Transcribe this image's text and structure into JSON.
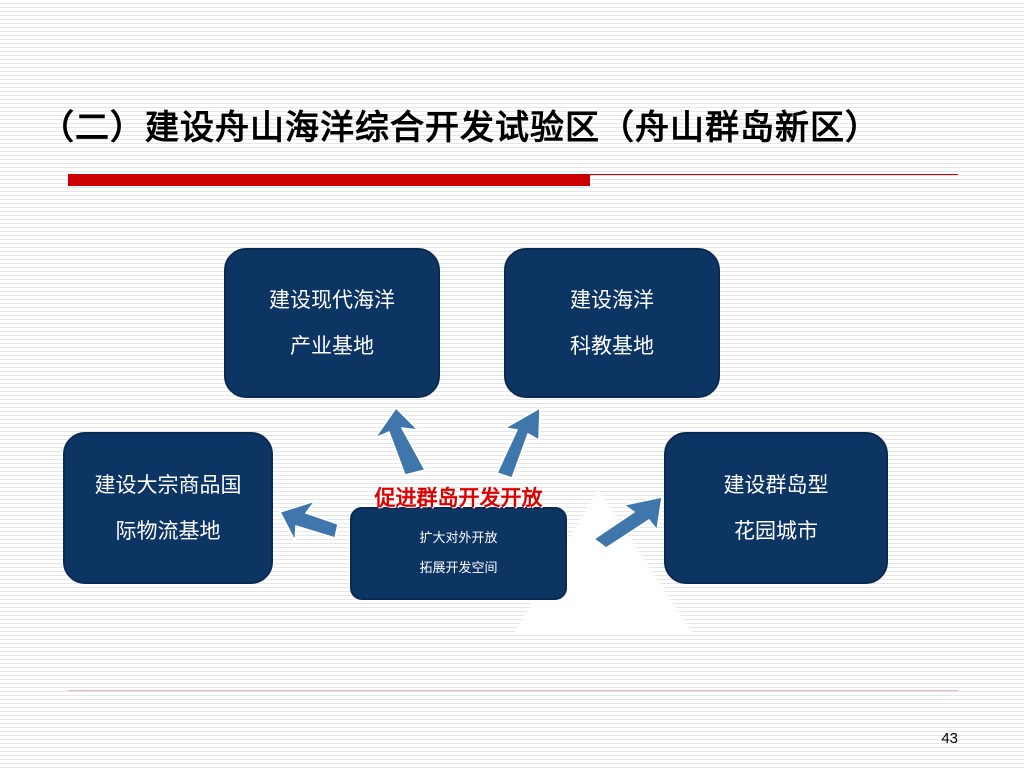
{
  "slide": {
    "title": "（二）建设舟山海洋综合开发试验区（舟山群岛新区）",
    "page_number": "43"
  },
  "diagram": {
    "center": {
      "title": "促进群岛开发开放",
      "line1": "扩大对外开放",
      "line2": "拓展开发空间"
    },
    "nodes": {
      "top_left": {
        "line1": "建设现代海洋",
        "line2": "产业基地"
      },
      "top_right": {
        "line1": "建设海洋",
        "line2": "科教基地"
      },
      "left": {
        "line1": "建设大宗商品国",
        "line2": "际物流基地"
      },
      "right": {
        "line1": "建设群岛型",
        "line2": "花园城市"
      }
    },
    "colors": {
      "box_fill": "#0d3563",
      "arrow_fill": "#3f77ad",
      "accent_red": "#cc0000",
      "center_title_color": "#dd0000"
    }
  }
}
